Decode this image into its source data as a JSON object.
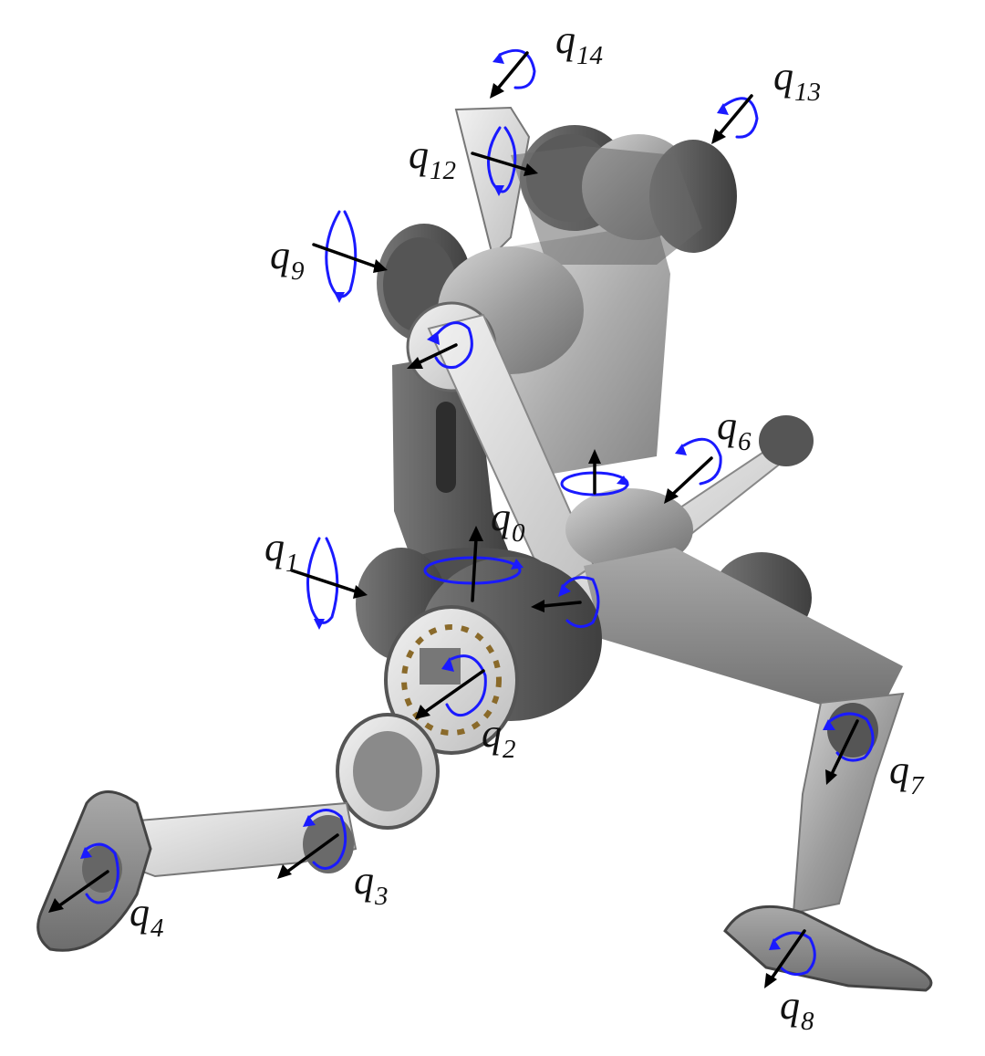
{
  "figure": {
    "joint_symbol": "q",
    "axis_arrow_color": "#000000",
    "rotation_arrow_color": "#1a1aff",
    "robot_metal_color": "#9a9a9a",
    "robot_dark_color": "#5a5a5a",
    "foot_pad_color": "#8c8c8c",
    "joints": [
      {
        "id": "q0",
        "symbol": "q",
        "index": "0"
      },
      {
        "id": "q1",
        "symbol": "q",
        "index": "1"
      },
      {
        "id": "q2",
        "symbol": "q",
        "index": "2"
      },
      {
        "id": "q3",
        "symbol": "q",
        "index": "3"
      },
      {
        "id": "q4",
        "symbol": "q",
        "index": "4"
      },
      {
        "id": "q6",
        "symbol": "q",
        "index": "6"
      },
      {
        "id": "q7",
        "symbol": "q",
        "index": "7"
      },
      {
        "id": "q8",
        "symbol": "q",
        "index": "8"
      },
      {
        "id": "q9",
        "symbol": "q",
        "index": "9"
      },
      {
        "id": "q12",
        "symbol": "q",
        "index": "12"
      },
      {
        "id": "q13",
        "symbol": "q",
        "index": "13"
      },
      {
        "id": "q14",
        "symbol": "q",
        "index": "14"
      }
    ]
  }
}
